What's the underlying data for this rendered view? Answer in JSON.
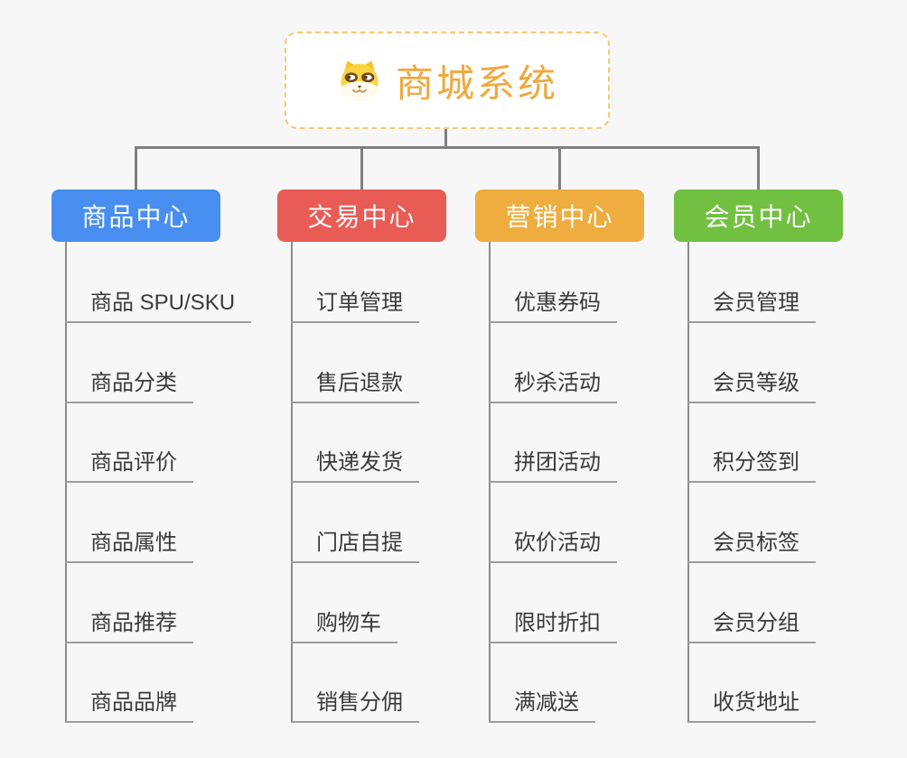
{
  "root": {
    "title": "商城系统",
    "icon": "shiba-dog-icon",
    "title_color": "#f0a83e",
    "border_color": "#f6c873"
  },
  "branches": [
    {
      "label": "商品中心",
      "color": "#478ef0",
      "children": [
        "商品 SPU/SKU",
        "商品分类",
        "商品评价",
        "商品属性",
        "商品推荐",
        "商品品牌"
      ]
    },
    {
      "label": "交易中心",
      "color": "#e95b55",
      "children": [
        "订单管理",
        "售后退款",
        "快递发货",
        "门店自提",
        "购物车",
        "销售分佣"
      ]
    },
    {
      "label": "营销中心",
      "color": "#eead3e",
      "children": [
        "优惠券码",
        "秒杀活动",
        "拼团活动",
        "砍价活动",
        "限时折扣",
        "满减送"
      ]
    },
    {
      "label": "会员中心",
      "color": "#72c041",
      "children": [
        "会员管理",
        "会员等级",
        "积分签到",
        "会员标签",
        "会员分组",
        "收货地址"
      ]
    }
  ],
  "connector_color": "#7f7f7f",
  "background_color": "#f7f7f7"
}
